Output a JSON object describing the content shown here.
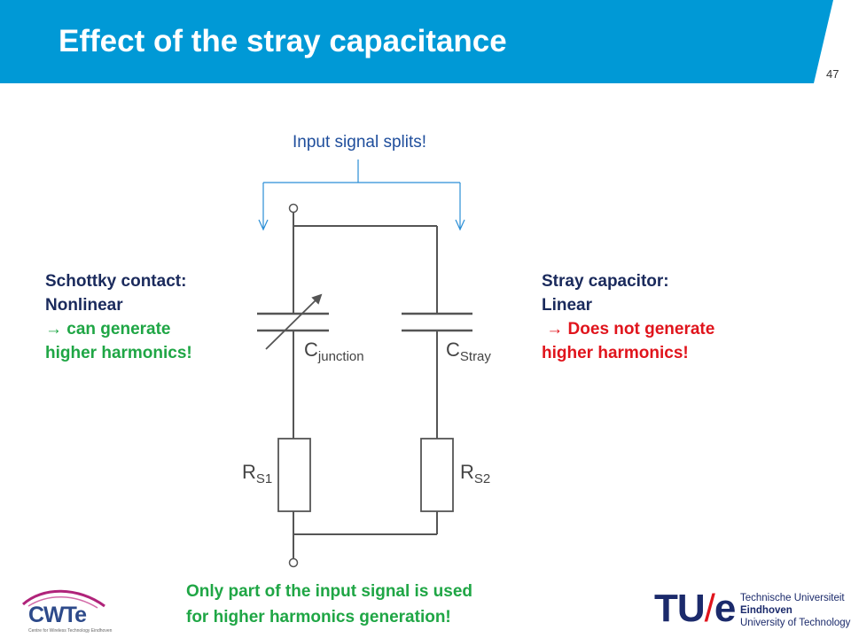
{
  "header": {
    "title": "Effect of the stray capacitance",
    "page_number": "47",
    "banner_color": "#0099d6"
  },
  "diagram": {
    "split_label": "Input signal splits!",
    "cap_left": "C",
    "cap_left_sub": "junction",
    "cap_right": "C",
    "cap_right_sub": "Stray",
    "res_left": "R",
    "res_left_sub": "S1",
    "res_right": "R",
    "res_right_sub": "S2"
  },
  "left_note": {
    "line1": "Schottky contact:",
    "line2": "Nonlinear",
    "line3": "→ can generate",
    "line4": "higher harmonics!"
  },
  "right_note": {
    "line1": "Stray capacitor:",
    "line2": "Linear",
    "line3": " → Does not generate",
    "line4": "higher harmonics!"
  },
  "bottom_note": {
    "line1": "Only part of the input signal is used",
    "line2": "for higher harmonics generation!"
  },
  "footer": {
    "cwte_name": "CWTe",
    "cwte_sub": "Centre for Wireless Technology Eindhoven",
    "tue_tu": "TU",
    "tue_slash": "/",
    "tue_e": "e",
    "tue_line1": "Technische Universiteit",
    "tue_line2": "Eindhoven",
    "tue_line3": "University of Technology"
  },
  "colors": {
    "navy": "#1a2a5c",
    "green": "#1fa645",
    "red": "#e0141c",
    "blue_text": "#1f4e9c"
  }
}
